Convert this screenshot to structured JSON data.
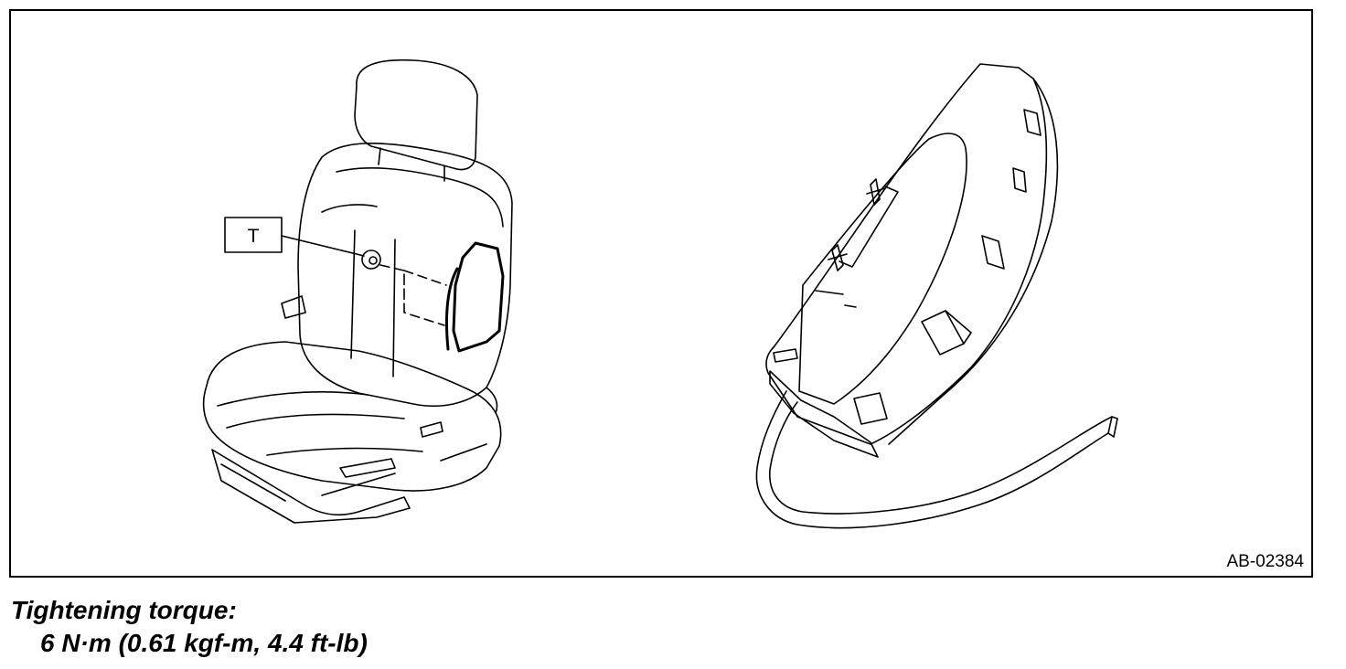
{
  "figure": {
    "callout_label": "T",
    "figure_id": "AB-02384"
  },
  "caption": {
    "title": "Tightening torque:",
    "value": "6 N·m (0.61 kgf-m, 4.4 ft-lb)"
  },
  "colors": {
    "line": "#000000",
    "background": "#ffffff"
  }
}
